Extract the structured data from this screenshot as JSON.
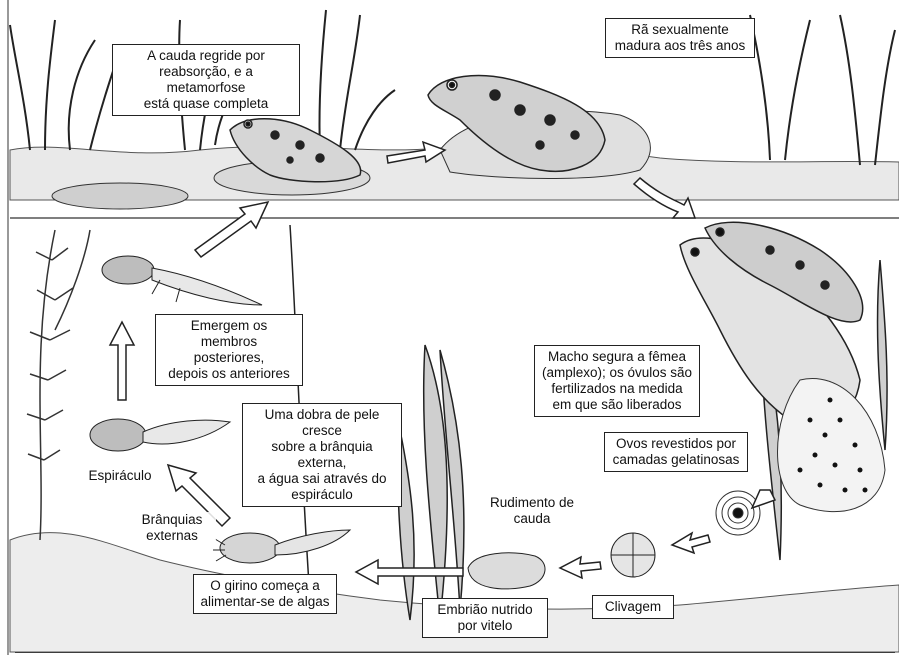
{
  "labels": {
    "tail_regress": "A cauda regride por\nreabsorção, e a metamorfose\nestá quase completa",
    "mature_frog": "Rã sexualmente\nmadura aos três anos",
    "limbs_emerge": "Emergem os membros\nposteriores,\ndepois os anteriores",
    "amplexus": "Macho segura a fêmea\n(amplexo); os óvulos são\nfertilizados na medida\nem que são liberados",
    "skin_fold": "Uma dobra de pele cresce\nsobre a brânquia externa,\na água sai através do\nespiráculo",
    "spiracle": "Espiráculo",
    "gel_eggs": "Ovos revestidos por\ncamadas gelatinosas",
    "tail_bud": "Rudimento de\ncauda",
    "ext_gills": "Brânquias\nexternas",
    "algae": "O girino começa a\nalimentar-se de algas",
    "cleavage": "Clivagem",
    "yolk_embryo": "Embrião nutrido\npor vitelo"
  }
}
